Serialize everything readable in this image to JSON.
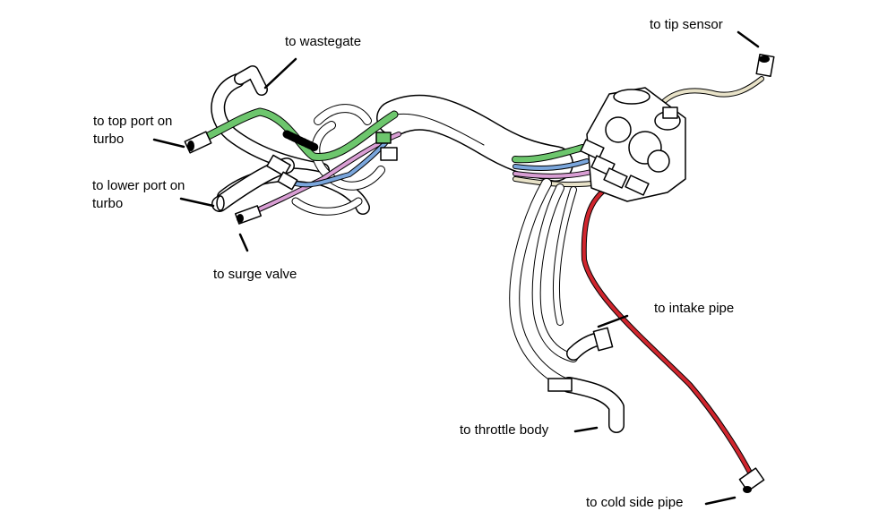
{
  "labels": {
    "wastegate": "to wastegate",
    "top_port": "to top port on\nturbo",
    "lower_port": "to lower port on\nturbo",
    "surge_valve": "to surge valve",
    "tip_sensor": "to tip sensor",
    "intake_pipe": "to intake pipe",
    "throttle_body": "to throttle body",
    "cold_side_pipe": "to cold side pipe"
  },
  "colors": {
    "outline": "#000000",
    "hose_fill": "#ffffff",
    "wastegate_hose": "#6dc66d",
    "surge_hose": "#d99ed4",
    "lower_port_hose": "#7aa6dc",
    "cold_side_hose": "#d0262e",
    "tip_sensor_hose": "#e8e2c8"
  }
}
